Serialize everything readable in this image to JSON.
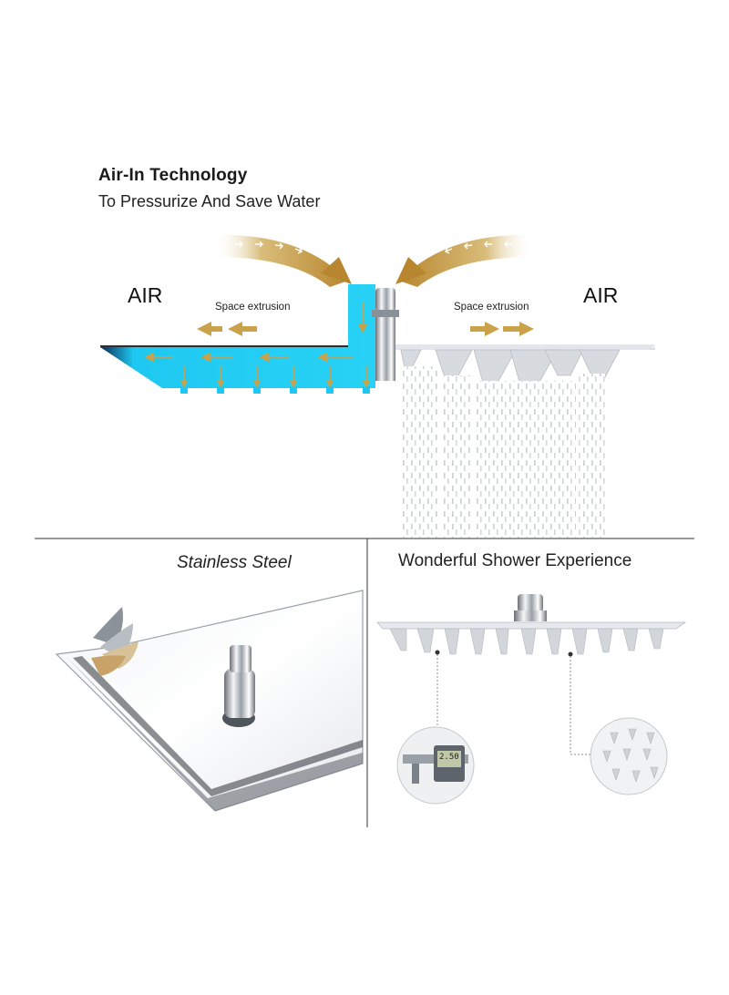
{
  "header": {
    "title": "Air-In Technology",
    "subtitle": "To Pressurize And Save Water"
  },
  "diagram": {
    "air_left": "AIR",
    "air_right": "AIR",
    "space_left": "Space extrusion",
    "space_right": "Space extrusion"
  },
  "panels": {
    "left_title": "Stainless Steel",
    "right_title": "Wonderful Shower Experience"
  },
  "caliper": {
    "display": "2.50"
  },
  "colors": {
    "gold": "#c9a24a",
    "water_blue": "#1ec8f0",
    "steel": "#cfd3d8",
    "divider": "#333333"
  }
}
